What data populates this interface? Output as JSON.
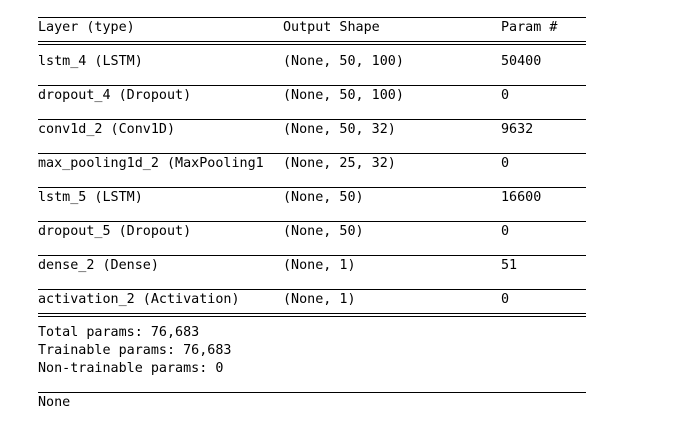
{
  "header": {
    "layer": "Layer (type)",
    "shape": "Output Shape",
    "param": "Param #"
  },
  "layers": [
    {
      "layer": "lstm_4 (LSTM)",
      "shape": "(None, 50, 100)",
      "param": "50400"
    },
    {
      "layer": "dropout_4 (Dropout)",
      "shape": "(None, 50, 100)",
      "param": "0"
    },
    {
      "layer": "conv1d_2 (Conv1D)",
      "shape": "(None, 50, 32)",
      "param": "9632"
    },
    {
      "layer": "max_pooling1d_2 (MaxPooling1",
      "shape": "(None, 25, 32)",
      "param": "0"
    },
    {
      "layer": "lstm_5 (LSTM)",
      "shape": "(None, 50)",
      "param": "16600"
    },
    {
      "layer": "dropout_5 (Dropout)",
      "shape": "(None, 50)",
      "param": "0"
    },
    {
      "layer": "dense_2 (Dense)",
      "shape": "(None, 1)",
      "param": "51"
    },
    {
      "layer": "activation_2 (Activation)",
      "shape": "(None, 1)",
      "param": "0"
    }
  ],
  "totals": {
    "total": "Total params: 76,683",
    "trainable": "Trainable params: 76,683",
    "non_trainable": "Non-trainable params: 0"
  },
  "return_value": "None"
}
